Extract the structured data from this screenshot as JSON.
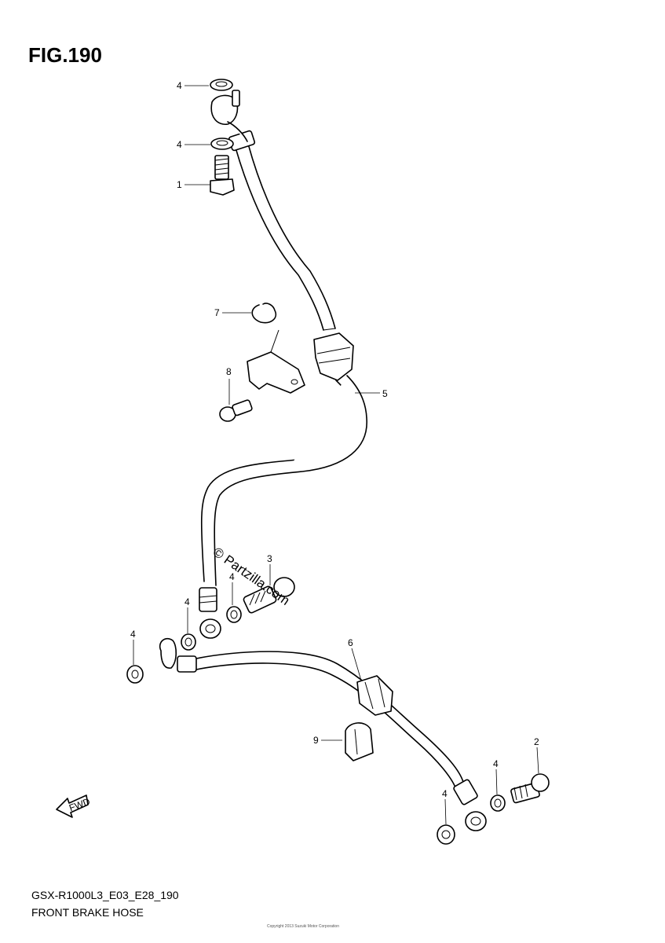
{
  "figure": {
    "title": "FIG.190",
    "model_code": "GSX-R1000L3_E03_E28_190",
    "caption": "FRONT BRAKE HOSE",
    "small_print": "Copyright 2013 Suzuki Motor Corporation"
  },
  "watermark": "© Partzilla.com",
  "direction_indicator": "FWD",
  "callouts": [
    {
      "id": "c-4-top",
      "label": "4"
    },
    {
      "id": "c-4-second",
      "label": "4"
    },
    {
      "id": "c-1",
      "label": "1"
    },
    {
      "id": "c-7",
      "label": "7"
    },
    {
      "id": "c-8",
      "label": "8"
    },
    {
      "id": "c-5",
      "label": "5"
    },
    {
      "id": "c-3",
      "label": "3"
    },
    {
      "id": "c-4-mid-right",
      "label": "4"
    },
    {
      "id": "c-4-mid-left",
      "label": "4"
    },
    {
      "id": "c-4-left",
      "label": "4"
    },
    {
      "id": "c-6",
      "label": "6"
    },
    {
      "id": "c-9",
      "label": "9"
    },
    {
      "id": "c-2",
      "label": "2"
    },
    {
      "id": "c-4-lower-right",
      "label": "4"
    },
    {
      "id": "c-4-lower-left",
      "label": "4"
    }
  ]
}
